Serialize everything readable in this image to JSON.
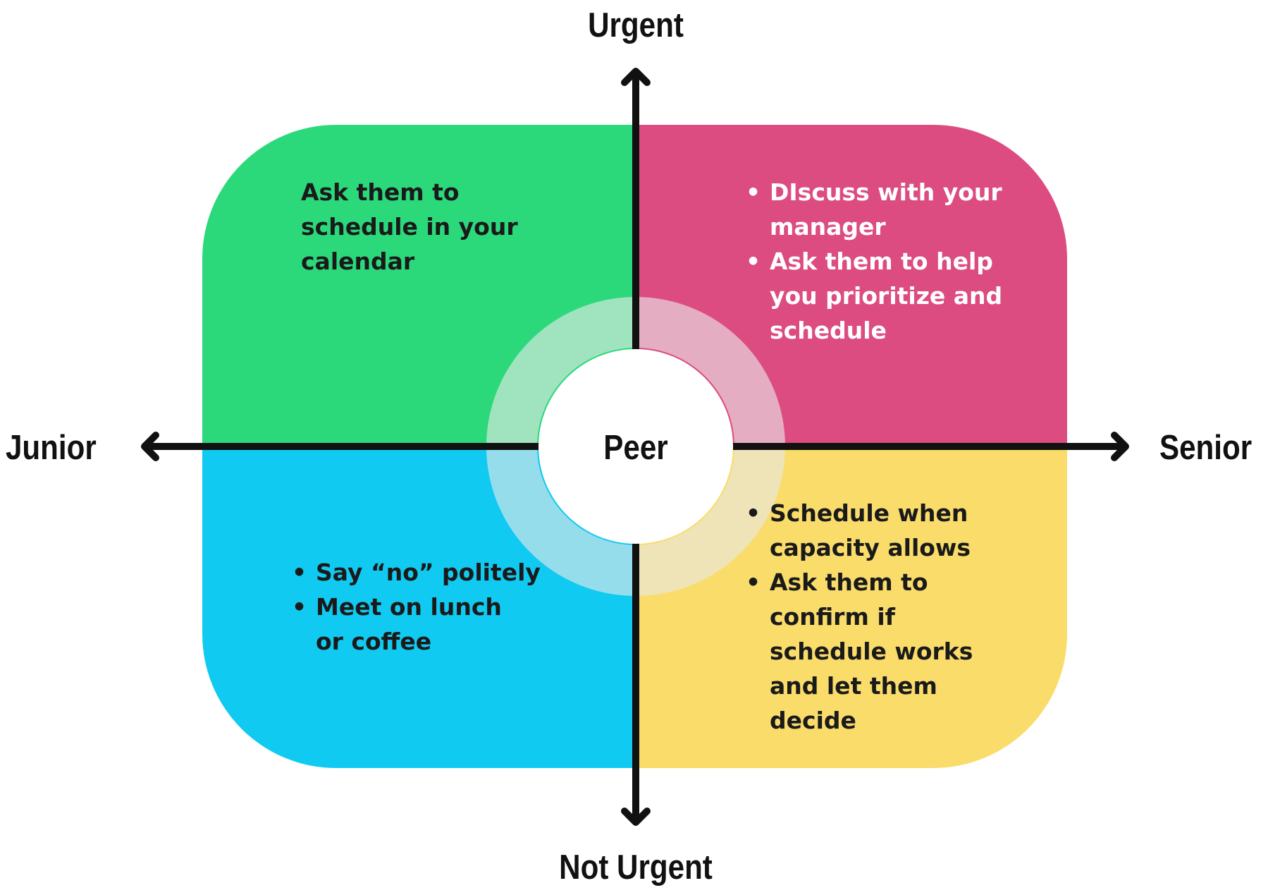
{
  "diagram": {
    "axes": {
      "top": "Urgent",
      "bottom": "Not Urgent",
      "left": "Junior",
      "right": "Senior",
      "center": "Peer"
    },
    "quadrants": {
      "top_left": {
        "color": "#2bd97b",
        "text_color": "#1a1a1a",
        "lines": [
          "Ask them to",
          "schedule in your",
          "calendar"
        ]
      },
      "top_right": {
        "color": "#dc4c80",
        "text_color": "#ffffff",
        "bullets": [
          [
            "DIscuss with your",
            "manager"
          ],
          [
            "Ask them to help",
            "you prioritize and",
            "schedule"
          ]
        ]
      },
      "bottom_left": {
        "color": "#11caf1",
        "text_color": "#1a1a1a",
        "bullets": [
          [
            "Say “no” politely"
          ],
          [
            "Meet on lunch",
            "or coffee"
          ]
        ]
      },
      "bottom_right": {
        "color": "#f9dc6a",
        "text_color": "#1a1a1a",
        "bullets": [
          [
            "Schedule when",
            "capacity allows"
          ],
          [
            "Ask them to",
            "confirm if",
            "schedule works",
            "and let them",
            "decide"
          ]
        ]
      }
    }
  }
}
